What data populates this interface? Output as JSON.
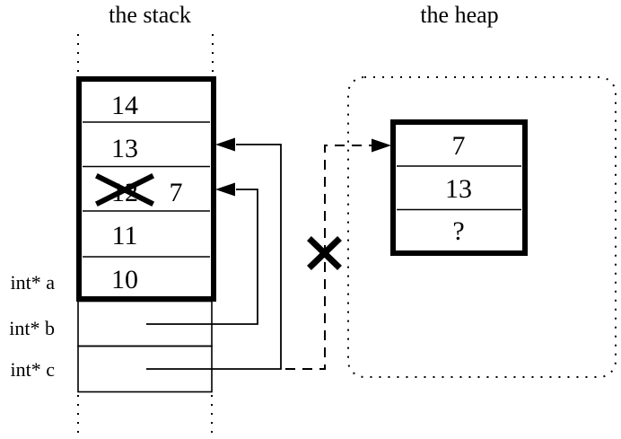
{
  "colors": {
    "ink": "#000000",
    "background": "#ffffff"
  },
  "stack": {
    "title": "the stack",
    "frame_cells": [
      "14",
      "13",
      "12",
      "11",
      "10"
    ],
    "overwritten": {
      "new_value": "7"
    },
    "pointer_vars": [
      {
        "label": "int* a"
      },
      {
        "label": "int* b"
      },
      {
        "label": "int* c"
      }
    ]
  },
  "heap": {
    "title": "the heap",
    "block_cells": [
      "7",
      "13",
      "?"
    ]
  }
}
